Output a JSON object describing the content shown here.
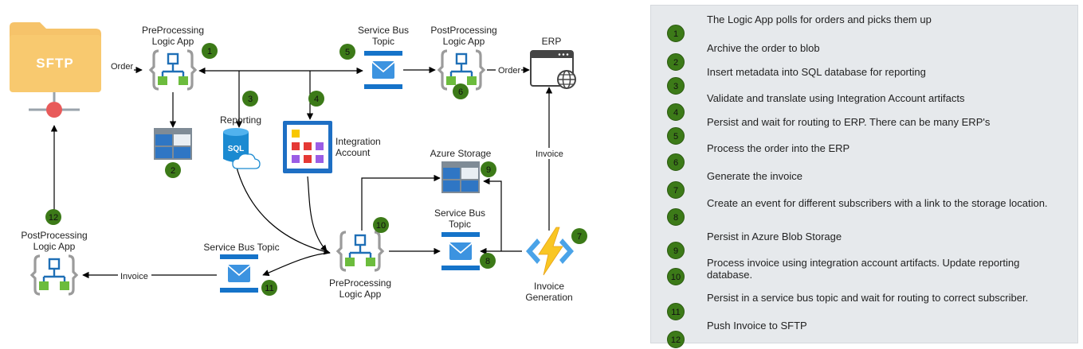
{
  "colors": {
    "badge": "#3c7a18",
    "sftp_folder": "#f6c36a",
    "sftp_red": "#e85a5a",
    "logic_blue": "#1f6fb6",
    "logic_green": "#6cbc3d",
    "bus_blue": "#1573c9",
    "storage_blue": "#2a6aa8",
    "integration_blue": "#1e6fc4",
    "function_yellow": "#f9c623",
    "legend_bg": "#e6e9ec"
  },
  "nodes": {
    "sftp": {
      "label": "SFTP",
      "icon": "folder-server-icon"
    },
    "pre1": {
      "label_line1": "PreProcessing",
      "label_line2": "Logic App",
      "badge": "1",
      "icon": "logic-app-icon"
    },
    "blob2": {
      "badge": "2",
      "icon": "storage-icon"
    },
    "sql": {
      "label": "Reporting",
      "icon_text": "SQL",
      "badge": "3",
      "icon": "sql-database-icon"
    },
    "integration": {
      "label_line1": "Integration",
      "label_line2": "Account",
      "badge": "4",
      "icon": "integration-account-icon"
    },
    "bus5": {
      "label_line1": "Service Bus",
      "label_line2": "Topic",
      "badge": "5",
      "icon": "service-bus-icon"
    },
    "post6": {
      "label_line1": "PostProcessing",
      "label_line2": "Logic App",
      "badge": "6",
      "icon": "logic-app-icon"
    },
    "erp": {
      "label": "ERP",
      "icon": "browser-globe-icon"
    },
    "func7": {
      "label_line1": "Invoice",
      "label_line2": "Generation",
      "badge": "7",
      "icon": "function-icon"
    },
    "bus8": {
      "label_line1": "Service Bus",
      "label_line2": "Topic",
      "badge": "8",
      "icon": "service-bus-icon"
    },
    "storage9": {
      "label": "Azure Storage",
      "badge": "9",
      "icon": "storage-icon"
    },
    "pre10": {
      "label_line1": "PreProcessing",
      "label_line2": "Logic App",
      "badge": "10",
      "icon": "logic-app-icon"
    },
    "bus11": {
      "label": "Service Bus Topic",
      "badge": "11",
      "icon": "service-bus-icon"
    },
    "post12": {
      "label_line1": "PostProcessing",
      "label_line2": "Logic App",
      "badge": "12",
      "icon": "logic-app-icon"
    }
  },
  "edge_labels": {
    "order1": "Order",
    "order2": "Order",
    "invoice_up": "Invoice",
    "invoice_left": "Invoice"
  },
  "legend": [
    {
      "num": "1",
      "text": "The Logic App polls for orders and picks them up"
    },
    {
      "num": "2",
      "text": "Archive the order to blob"
    },
    {
      "num": "3",
      "text": "Insert metadata into SQL database for reporting"
    },
    {
      "num": "4",
      "text": "Validate and translate using Integration Account artifacts"
    },
    {
      "num": "5",
      "text": "Persist and wait for routing to ERP. There can be many ERP's"
    },
    {
      "num": "6",
      "text": "Process the order into the ERP"
    },
    {
      "num": "7",
      "text": "Generate the invoice"
    },
    {
      "num": "8",
      "text": "Create an event for different subscribers with a link to the storage location."
    },
    {
      "num": "9",
      "text": "Persist in Azure Blob Storage"
    },
    {
      "num": "10",
      "text": "Process invoice using integration account artifacts. Update reporting database."
    },
    {
      "num": "11",
      "text": "Persist in a service bus topic and wait for routing to correct subscriber."
    },
    {
      "num": "12",
      "text": "Push Invoice to SFTP"
    }
  ]
}
